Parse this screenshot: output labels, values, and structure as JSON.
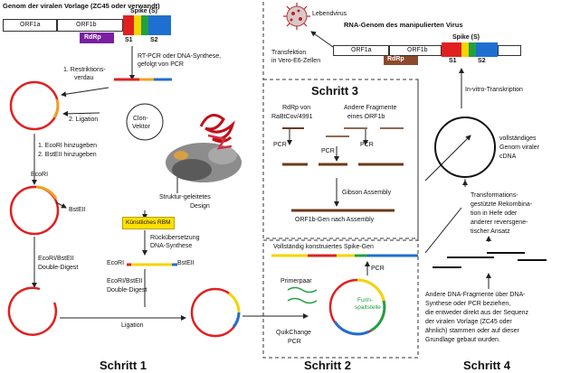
{
  "titles": {
    "left": "Genom der viralen Vorlage (ZC45 oder verwandt)",
    "right": "RNA-Genom des manipulierten Virus",
    "live_virus": "Lebendvirus"
  },
  "genome": {
    "orf1a": "ORF1a",
    "orf1b": "ORF1b",
    "rdrp": "RdRp",
    "spike": "Spike (S)",
    "s1": "S1",
    "s2": "S2"
  },
  "labels": {
    "rtpcr_1": "RT-PCR oder DNA-Synthese,",
    "rtpcr_2": "gefolgt von PCR",
    "restr_1": "1. Restriktions-",
    "restr_2": "verdau",
    "ligation_1": "2. Ligation",
    "clon_1": "Clon-",
    "clon_2": "Vektor",
    "ecori_add": "1. EcoRI hinzugeben",
    "bsteii_add": "2. BstEII hinzugeben",
    "ecori_1": "EcoRI",
    "bsteii_1": "BstEII",
    "digest_1a": "EcoRI/BstEII",
    "digest_1b": "Double-Digest",
    "struct_1": "Struktur-geleitetes",
    "struct_2": "Design",
    "rbm": "Künstliches RBM",
    "rueck_1": "Rückübersetzung",
    "rueck_2": "DNA-Synthese",
    "ecori_2": "EcoRI",
    "bsteii_2": "BstEII",
    "digest_2a": "EcoRI/BstEII",
    "digest_2b": "Double-Digest",
    "ligation_2": "Ligation",
    "transfect_1": "Transfektion",
    "transfect_2": "in Vero-E6-Zellen",
    "invitro": "In-vitro-Transkription",
    "rdrp_from_1": "RdRp von",
    "rdrp_from_2": "RaBtCov/4991",
    "other_frag_1": "Andere Fragmente",
    "other_frag_2": "eines ORF1b",
    "pcr_a": "PCR",
    "pcr_b": "PCR",
    "pcr_c": "PCR",
    "gibson": "Gibson Assembly",
    "orf1b_gene": "ORF1b-Gen nach Assembly",
    "spike_full": "Vollständig konstruiertes Spike-Gen",
    "pcr_d": "PCR",
    "primer": "Primerpaar",
    "furin_1": "Furin-",
    "furin_2": "spaltstelle",
    "quikchange_1": "QuikChange",
    "quikchange_2": "PCR",
    "cdna_1": "vollständiges",
    "cdna_2": "Genom viraler",
    "cdna_3": "cDNA",
    "transform_1": "Transformations-",
    "transform_2": "gestützte Rekombina-",
    "transform_3": "tion in Hefe oder",
    "transform_4": "anderer reversgene-",
    "transform_5": "tischer Ansatz",
    "other_dna_1": "Andere DNA-Fragmente über DNA-",
    "other_dna_2": "Synthese oder PCR beziehen,",
    "other_dna_3": "die entweder direkt aus der Sequenz",
    "other_dna_4": "der viralen Vorlage (ZC45 oder",
    "other_dna_5": "ähnlich) stammen oder auf dieser",
    "other_dna_6": "Grundlage gebaut wurden."
  },
  "steps": {
    "s1": "Schritt 1",
    "s2": "Schritt 2",
    "s3": "Schritt 3",
    "s4": "Schritt 4"
  },
  "colors": {
    "rdrp": "#7a1fa2",
    "rdrp_right": "#8b4a2b",
    "spike_red": "#e02020",
    "spike_yellow": "#f5d400",
    "spike_blue": "#1f6fd1",
    "spike_green": "#22a040",
    "orange": "#f0a020"
  }
}
